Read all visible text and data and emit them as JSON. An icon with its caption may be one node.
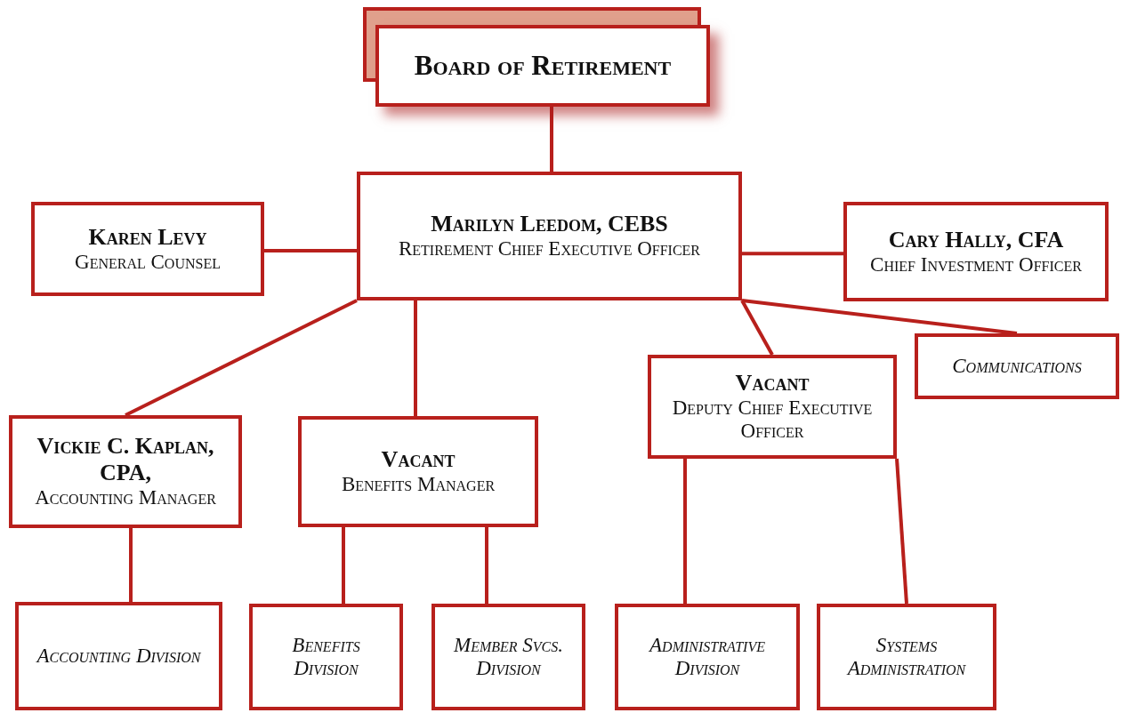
{
  "diagram": {
    "nodes": [
      {
        "text": [
          "Board of Retirement"
        ]
      },
      {
        "text": [
          "Marilyn Leedom, CEBS",
          "Retirement Chief Executive Officer"
        ]
      },
      {
        "text": [
          "Karen Levy",
          "General Counsel"
        ]
      },
      {
        "text": [
          "Cary Hally, CFA",
          "Chief Investment Officer"
        ]
      },
      {
        "text": [
          "Communications"
        ]
      },
      {
        "text": [
          "Vickie C. Kaplan, CPA,",
          "Accounting Manager"
        ]
      },
      {
        "text": [
          "Vacant",
          "Benefits Manager"
        ]
      },
      {
        "text": [
          "Vacant",
          "Deputy Chief Executive Officer"
        ]
      },
      {
        "text": [
          "Accounting Division"
        ]
      },
      {
        "text": [
          "Benefits Division"
        ]
      },
      {
        "text": [
          "Member Svcs. Division"
        ]
      },
      {
        "text": [
          "Administrative Division"
        ]
      },
      {
        "text": [
          "Systems Administration"
        ]
      }
    ],
    "edges": [
      {
        "from": 0,
        "to": 1,
        "arrow": "none"
      },
      {
        "from": 1,
        "to": 2,
        "arrow": "none"
      },
      {
        "from": 1,
        "to": 3,
        "arrow": "none"
      },
      {
        "from": 1,
        "to": 4,
        "arrow": "none"
      },
      {
        "from": 1,
        "to": 5,
        "arrow": "none"
      },
      {
        "from": 1,
        "to": 6,
        "arrow": "none"
      },
      {
        "from": 1,
        "to": 7,
        "arrow": "none"
      },
      {
        "from": 5,
        "to": 8,
        "arrow": "none"
      },
      {
        "from": 6,
        "to": 9,
        "arrow": "none"
      },
      {
        "from": 6,
        "to": 10,
        "arrow": "none"
      },
      {
        "from": 7,
        "to": 11,
        "arrow": "none"
      },
      {
        "from": 7,
        "to": 12,
        "arrow": "none"
      }
    ]
  }
}
